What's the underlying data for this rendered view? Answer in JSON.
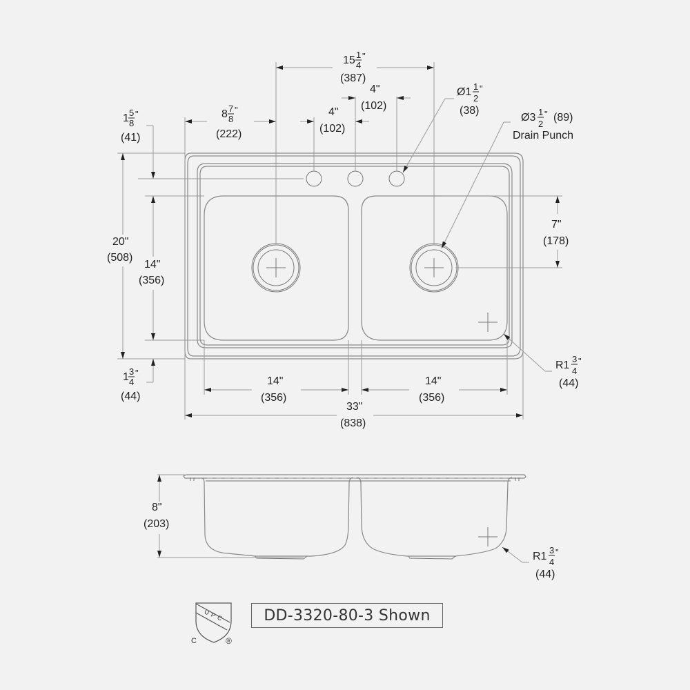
{
  "drawing": {
    "model_label": "DD-3320-80-3 Shown",
    "background": "#f2f2f2",
    "line_color": "#777777",
    "certification": {
      "mark": "UPC",
      "prefix": "C",
      "registered": "®"
    }
  },
  "plan_view": {
    "overall_width": {
      "in": "33\"",
      "mm": "(838)"
    },
    "overall_depth": {
      "in": "20\"",
      "mm": "(508)"
    },
    "bowl_depth": {
      "in": "14\"",
      "mm": "(356)"
    },
    "left_bowl_width": {
      "in": "14\"",
      "mm": "(356)"
    },
    "right_bowl_width": {
      "in": "14\"",
      "mm": "(356)"
    },
    "drain_center_spacing": {
      "whole": "15",
      "num": "1",
      "den": "4",
      "unit": "\"",
      "mm": "(387)"
    },
    "edge_to_drain": {
      "whole": "8",
      "num": "7",
      "den": "8",
      "unit": "\"",
      "mm": "(222)"
    },
    "faucet_spacing_left": {
      "in": "4\"",
      "mm": "(102)"
    },
    "faucet_spacing_right": {
      "in": "4\"",
      "mm": "(102)"
    },
    "back_edge_to_faucet": {
      "whole": "1",
      "num": "5",
      "den": "8",
      "unit": "\"",
      "mm": "(41)"
    },
    "front_rim": {
      "whole": "1",
      "num": "3",
      "den": "4",
      "unit": "\"",
      "mm": "(44)"
    },
    "faucet_hole": {
      "prefix": "Ø1",
      "num": "1",
      "den": "2",
      "unit": "\"",
      "mm": "(38)"
    },
    "drain_punch": {
      "prefix": "Ø3",
      "num": "1",
      "den": "2",
      "unit": "\"",
      "mm": "(89)",
      "label": "Drain Punch"
    },
    "drain_offset": {
      "in": "7\"",
      "mm": "(178)"
    },
    "corner_radius": {
      "prefix": "R1",
      "num": "3",
      "den": "4",
      "unit": "\"",
      "mm": "(44)"
    }
  },
  "section_view": {
    "depth": {
      "in": "8\"",
      "mm": "(203)"
    },
    "corner_radius": {
      "prefix": "R1",
      "num": "3",
      "den": "4",
      "unit": "\"",
      "mm": "(44)"
    }
  }
}
